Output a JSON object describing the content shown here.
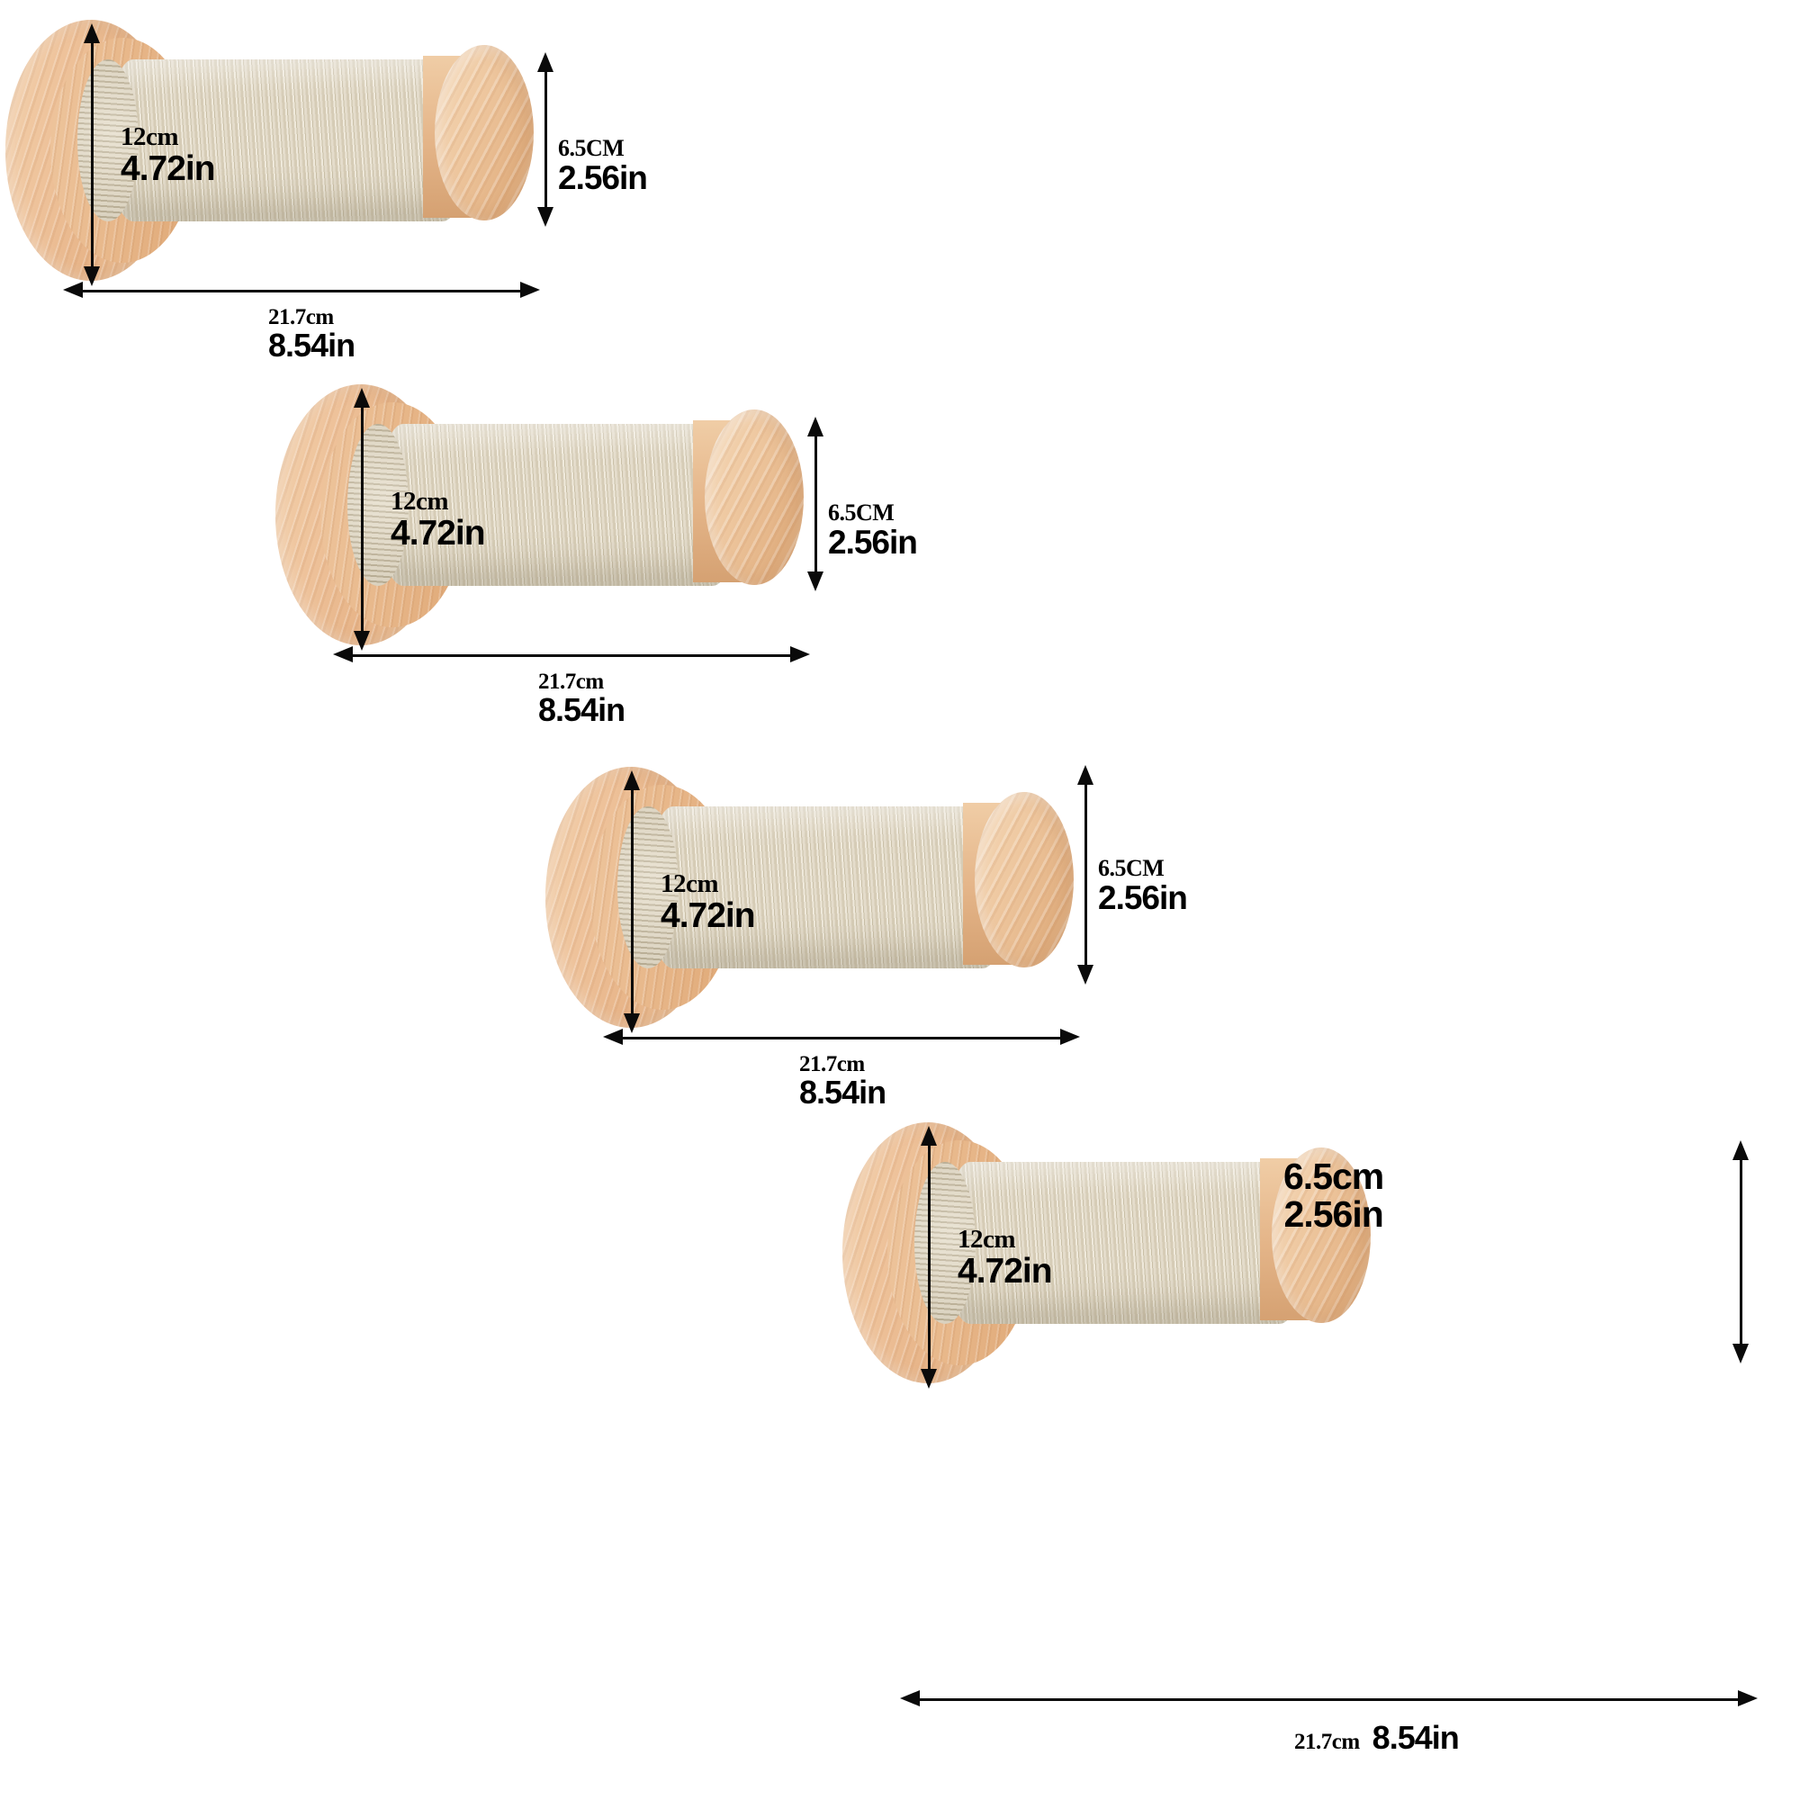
{
  "background_color": "#ffffff",
  "product": {
    "name": "wall-mounted sisal cat scratching post",
    "materials": [
      "wood",
      "sisal rope"
    ],
    "wood_color": "#eec29a",
    "sisal_color": "#ddd5c2",
    "annotation_color": "#0a0a0a"
  },
  "items": [
    {
      "id": "scratcher-1",
      "dimensions": {
        "diameter": {
          "cm": "12cm",
          "in": "4.72in",
          "label_style": "serif-cm"
        },
        "end_cap_depth": {
          "cm": "6.5CM",
          "in": "2.56in",
          "label_style": "serif-cm"
        },
        "length": {
          "cm": "21.7cm",
          "in": "8.54in",
          "label_style": "serif-cm"
        }
      }
    },
    {
      "id": "scratcher-2",
      "dimensions": {
        "diameter": {
          "cm": "12cm",
          "in": "4.72in",
          "label_style": "serif-cm"
        },
        "end_cap_depth": {
          "cm": "6.5CM",
          "in": "2.56in",
          "label_style": "serif-cm"
        },
        "length": {
          "cm": "21.7cm",
          "in": "8.54in",
          "label_style": "serif-cm"
        }
      }
    },
    {
      "id": "scratcher-3",
      "dimensions": {
        "diameter": {
          "cm": "12cm",
          "in": "4.72in",
          "label_style": "serif-cm"
        },
        "end_cap_depth": {
          "cm": "6.5CM",
          "in": "2.56in",
          "label_style": "serif-cm"
        },
        "length": {
          "cm": "21.7cm",
          "in": "8.54in",
          "label_style": "serif-cm"
        }
      }
    },
    {
      "id": "scratcher-4",
      "dimensions": {
        "diameter": {
          "cm": "12cm",
          "in": "4.72in",
          "label_style": "serif-cm"
        },
        "end_cap_depth": {
          "cm": "6.5cm",
          "in": "2.56in",
          "label_style": "sans-cm"
        },
        "length": {
          "cm": "21.7cm",
          "in": "8.54in",
          "label_style": "serif-cm-inline"
        }
      }
    }
  ]
}
